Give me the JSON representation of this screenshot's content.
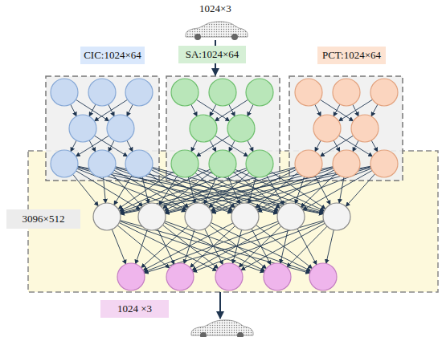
{
  "diagram": {
    "nodes": [
      {
        "text": [
          "CIC:1024×64"
        ]
      },
      {
        "text": [
          "SA:1024×64"
        ]
      },
      {
        "text": [
          "PCT:1024×64"
        ]
      },
      {
        "text": [
          "3096×512"
        ]
      },
      {
        "text": [
          "1024 ×3"
        ]
      }
    ],
    "labels": [
      "1024×3"
    ]
  }
}
